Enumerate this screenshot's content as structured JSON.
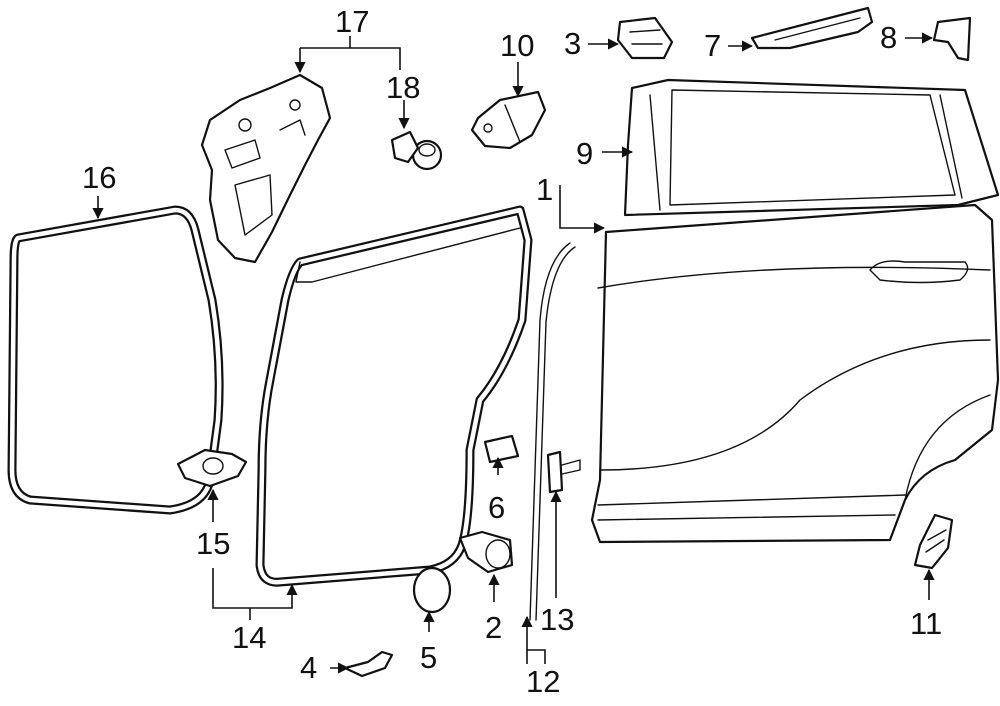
{
  "diagram": {
    "colors": {
      "line": "#111111",
      "background": "#ffffff"
    },
    "callouts": {
      "c1": "1",
      "c2": "2",
      "c3": "3",
      "c4": "4",
      "c5": "5",
      "c6": "6",
      "c7": "7",
      "c8": "8",
      "c9": "9",
      "c10": "10",
      "c11": "11",
      "c12": "12",
      "c13": "13",
      "c14": "14",
      "c15": "15",
      "c16": "16",
      "c17": "17",
      "c18": "18"
    }
  }
}
